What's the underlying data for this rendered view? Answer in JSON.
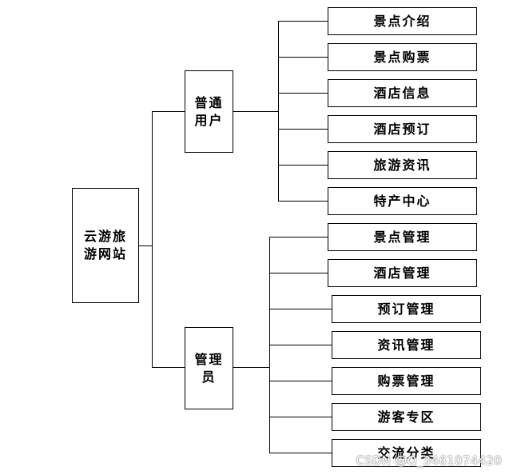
{
  "diagram": {
    "root": "云游旅游网站",
    "branches": [
      {
        "label": "普通用户",
        "leaves": [
          "景点介绍",
          "景点购票",
          "酒店信息",
          "酒店预订",
          "旅游资讯",
          "特产中心"
        ]
      },
      {
        "label": "管理员",
        "leaves": [
          "景点管理",
          "酒店管理",
          "预订管理",
          "资讯管理",
          "购票管理",
          "游客专区",
          "交流分类"
        ]
      }
    ]
  },
  "watermark": "CSDN @Q_3461074420",
  "colors": {
    "line": "#000000",
    "box_border": "#000000",
    "background": "#ffffff"
  }
}
